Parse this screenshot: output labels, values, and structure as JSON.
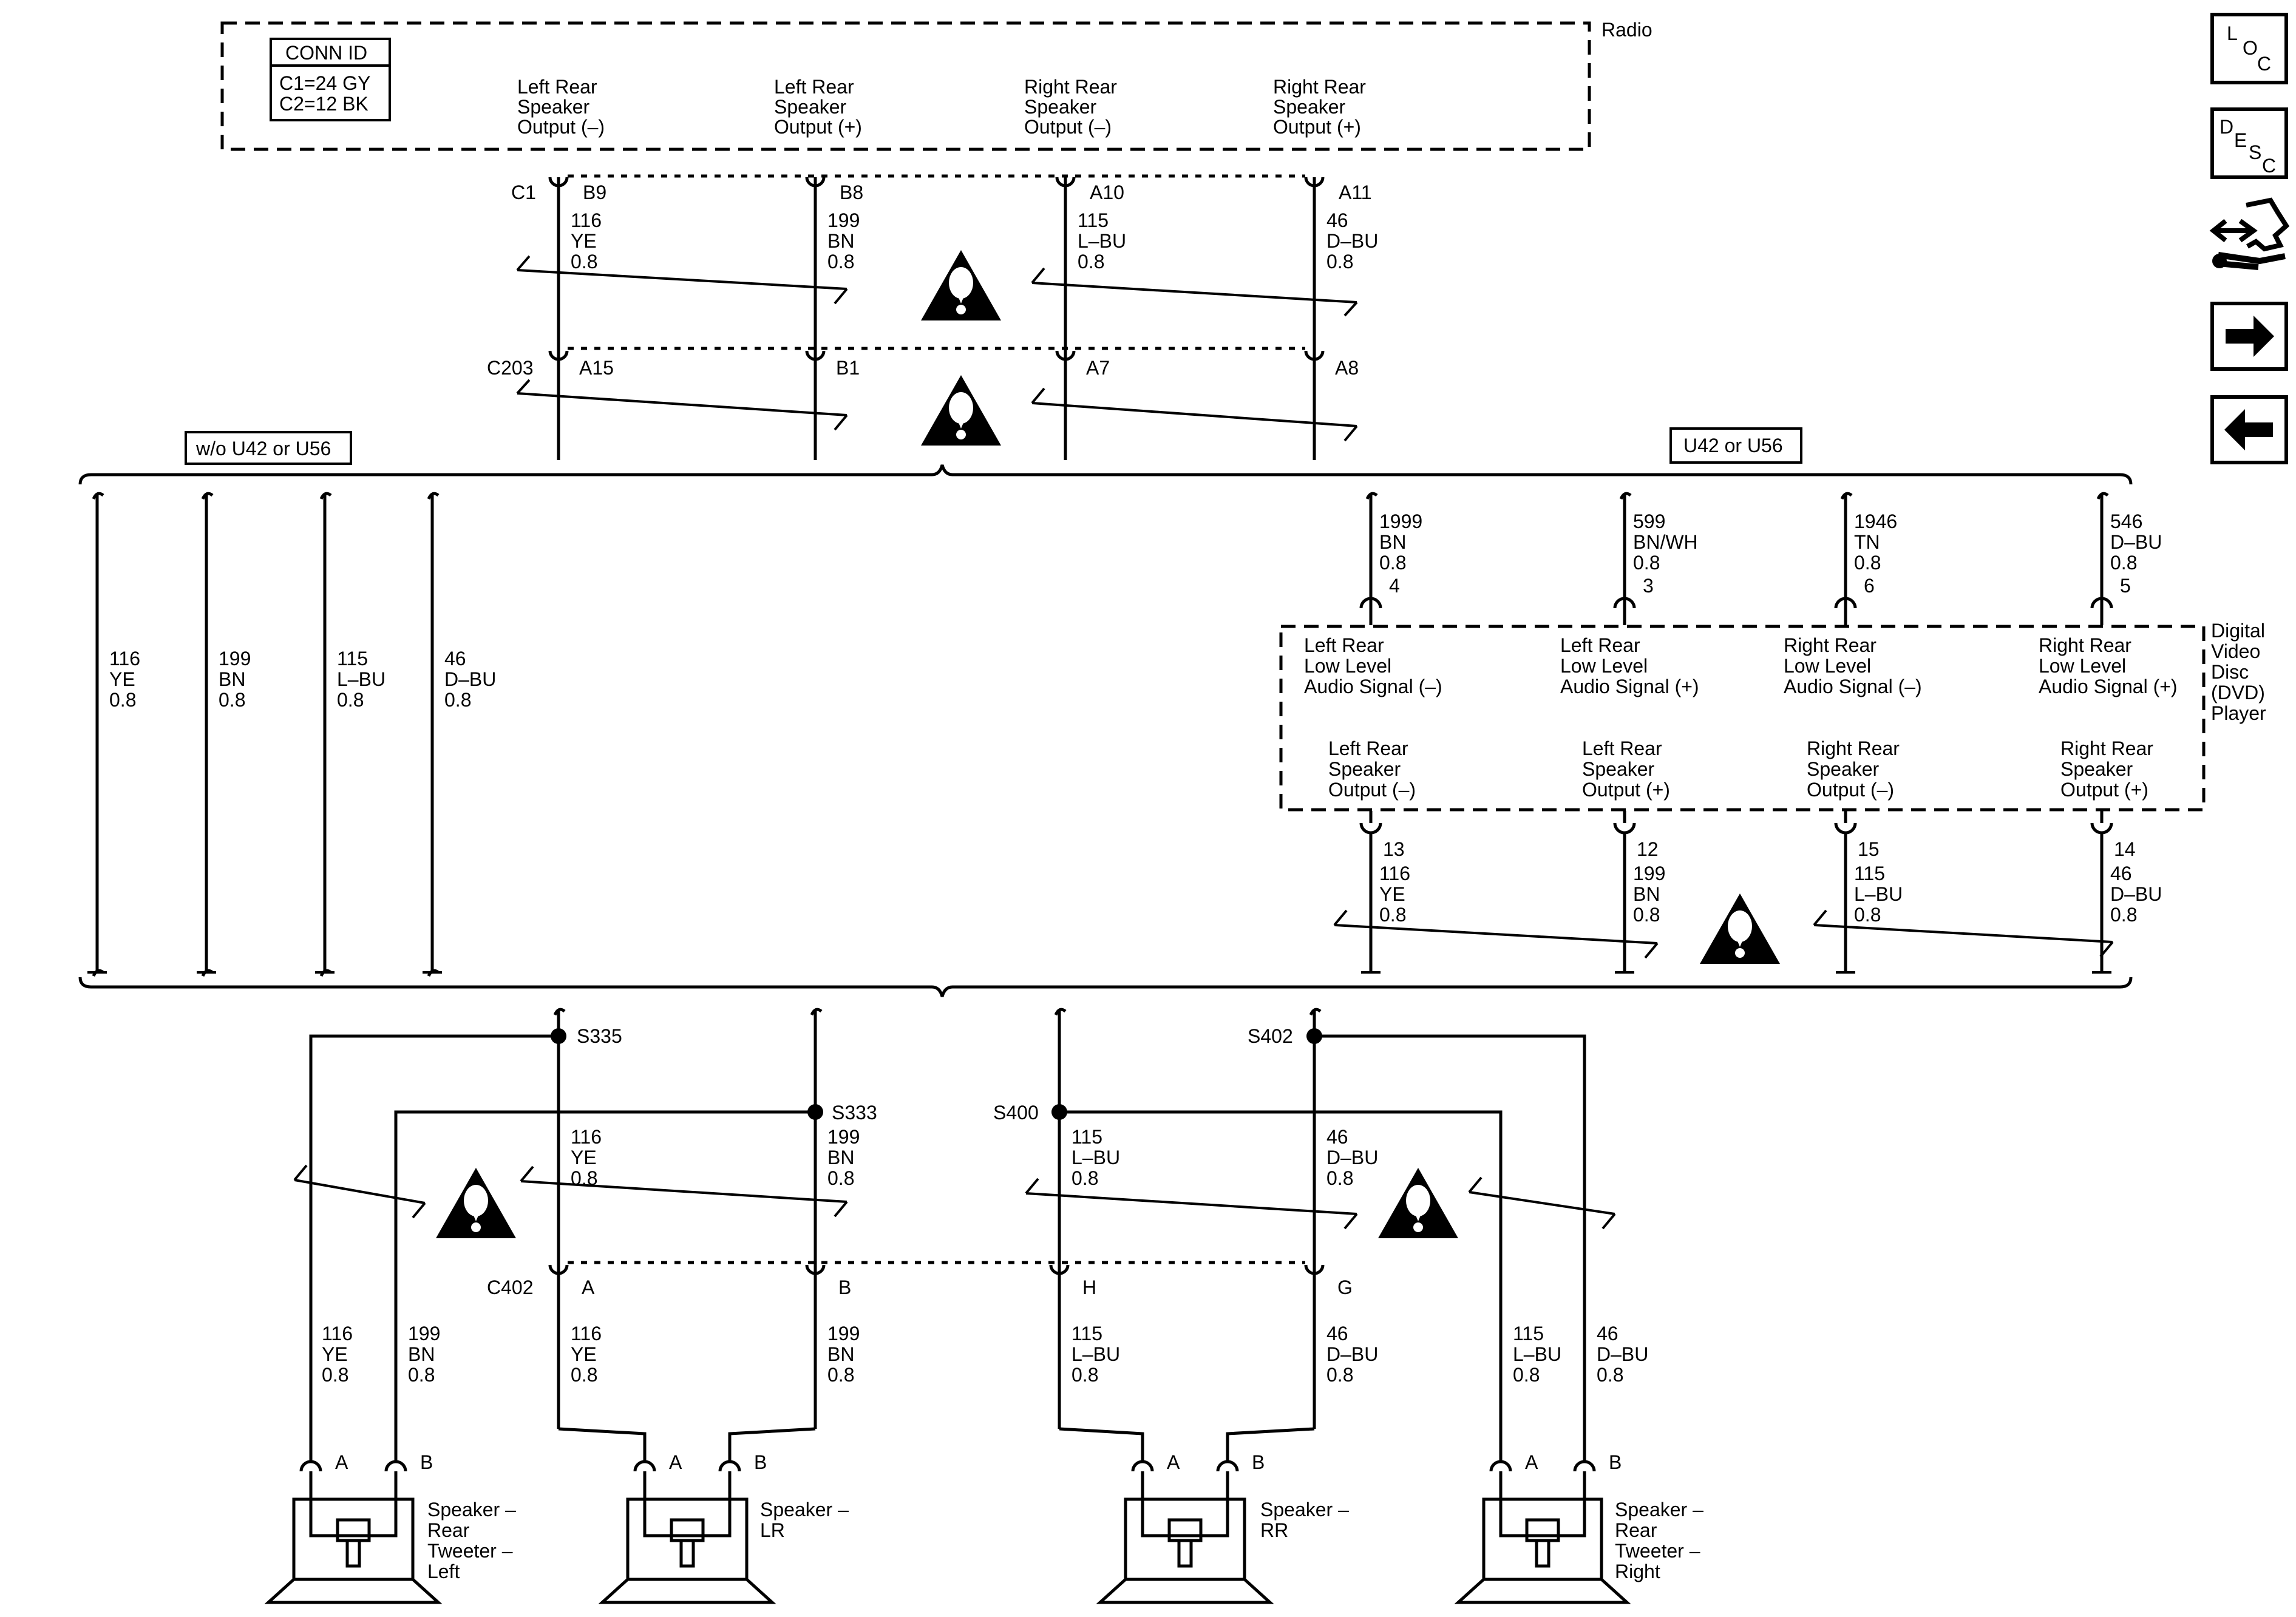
{
  "radio": {
    "title": "Radio",
    "conn_id": {
      "header": "CONN ID",
      "c1": "C1=24 GY",
      "c2": "C2=12 BK"
    },
    "outputs": [
      [
        "Left Rear",
        "Speaker",
        "Output (–)"
      ],
      [
        "Left Rear",
        "Speaker",
        "Output (+)"
      ],
      [
        "Right Rear",
        "Speaker",
        "Output (–)"
      ],
      [
        "Right Rear",
        "Speaker",
        "Output (+)"
      ]
    ],
    "connector": "C1",
    "pins": [
      "B9",
      "B8",
      "A10",
      "A11"
    ]
  },
  "wires_top": [
    [
      "116",
      "YE",
      "0.8"
    ],
    [
      "199",
      "BN",
      "0.8"
    ],
    [
      "115",
      "L–BU",
      "0.8"
    ],
    [
      "46",
      "D–BU",
      "0.8"
    ]
  ],
  "inline": {
    "connector": "C203",
    "pins": [
      "A15",
      "B1",
      "A7",
      "A8"
    ]
  },
  "options": {
    "left": "w/o U42 or U56",
    "right": "U42 or U56"
  },
  "wo_wires": [
    [
      "116",
      "YE",
      "0.8"
    ],
    [
      "199",
      "BN",
      "0.8"
    ],
    [
      "115",
      "L–BU",
      "0.8"
    ],
    [
      "46",
      "D–BU",
      "0.8"
    ]
  ],
  "dvd": {
    "title": [
      "Digital",
      "Video",
      "Disc",
      "(DVD)",
      "Player"
    ],
    "inputs": [
      [
        "Left Rear",
        "Low Level",
        "Audio Signal (–)"
      ],
      [
        "Left Rear",
        "Low Level",
        "Audio Signal (+)"
      ],
      [
        "Right Rear",
        "Low Level",
        "Audio Signal (–)"
      ],
      [
        "Right Rear",
        "Low Level",
        "Audio Signal (+)"
      ]
    ],
    "input_pins": [
      "4",
      "3",
      "6",
      "5"
    ],
    "input_wires": [
      [
        "1999",
        "BN",
        "0.8"
      ],
      [
        "599",
        "BN/WH",
        "0.8"
      ],
      [
        "1946",
        "TN",
        "0.8"
      ],
      [
        "546",
        "D–BU",
        "0.8"
      ]
    ],
    "outputs": [
      [
        "Left Rear",
        "Speaker",
        "Output (–)"
      ],
      [
        "Left Rear",
        "Speaker",
        "Output (+)"
      ],
      [
        "Right Rear",
        "Speaker",
        "Output (–)"
      ],
      [
        "Right Rear",
        "Speaker",
        "Output (+)"
      ]
    ],
    "output_pins": [
      "13",
      "12",
      "15",
      "14"
    ],
    "output_wires": [
      [
        "116",
        "YE",
        "0.8"
      ],
      [
        "199",
        "BN",
        "0.8"
      ],
      [
        "115",
        "L–BU",
        "0.8"
      ],
      [
        "46",
        "D–BU",
        "0.8"
      ]
    ]
  },
  "splices": [
    "S335",
    "S333",
    "S400",
    "S402"
  ],
  "wires_mid": [
    [
      "116",
      "YE",
      "0.8"
    ],
    [
      "199",
      "BN",
      "0.8"
    ],
    [
      "115",
      "L–BU",
      "0.8"
    ],
    [
      "46",
      "D–BU",
      "0.8"
    ]
  ],
  "rear_connector": {
    "name": "C402",
    "pins": [
      "A",
      "B",
      "H",
      "G"
    ]
  },
  "bottom_wires": {
    "tweeter_left": [
      [
        "116",
        "YE",
        "0.8"
      ],
      [
        "199",
        "BN",
        "0.8"
      ]
    ],
    "lr": [
      [
        "116",
        "YE",
        "0.8"
      ],
      [
        "199",
        "BN",
        "0.8"
      ]
    ],
    "rr": [
      [
        "115",
        "L–BU",
        "0.8"
      ],
      [
        "46",
        "D–BU",
        "0.8"
      ]
    ],
    "tweeter_right": [
      [
        "115",
        "L–BU",
        "0.8"
      ],
      [
        "46",
        "D–BU",
        "0.8"
      ]
    ]
  },
  "speakers": [
    {
      "name": [
        "Speaker –",
        "Rear",
        "Tweeter –",
        "Left"
      ],
      "pins": [
        "A",
        "B"
      ]
    },
    {
      "name": [
        "Speaker –",
        "LR"
      ],
      "pins": [
        "A",
        "B"
      ]
    },
    {
      "name": [
        "Speaker –",
        "RR"
      ],
      "pins": [
        "A",
        "B"
      ]
    },
    {
      "name": [
        "Speaker –",
        "Rear",
        "Tweeter –",
        "Right"
      ],
      "pins": [
        "A",
        "B"
      ]
    }
  ],
  "nav": {
    "loc": [
      "L",
      "O",
      "C"
    ],
    "desc": [
      "D",
      "E",
      "S",
      "C"
    ],
    "icons": [
      "component-tools-icon",
      "next-arrow-icon",
      "previous-arrow-icon"
    ]
  }
}
